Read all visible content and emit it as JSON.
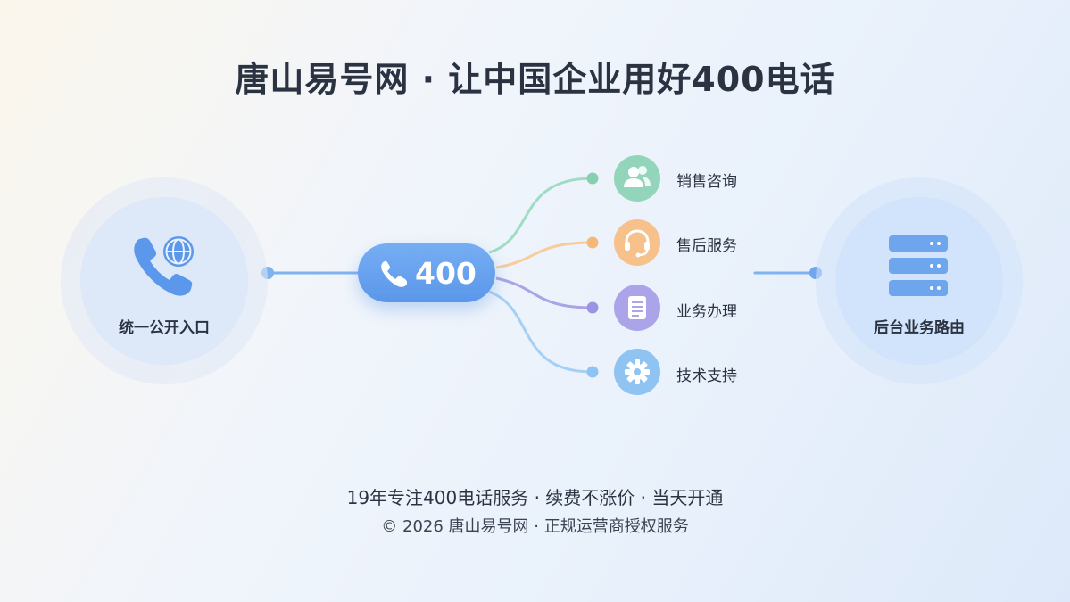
{
  "title": "唐山易号网 · 让中国企业用好400电话",
  "entry": {
    "label": "统一公开入口",
    "icon": "phone-globe-icon"
  },
  "hub": {
    "label": "400",
    "icon": "phone-icon"
  },
  "services": [
    {
      "label": "销售咨询",
      "icon": "users-icon",
      "color": "#93d5bb"
    },
    {
      "label": "售后服务",
      "icon": "headset-icon",
      "color": "#f6c18a"
    },
    {
      "label": "业务办理",
      "icon": "document-icon",
      "color": "#aba4e8"
    },
    {
      "label": "技术支持",
      "icon": "gear-icon",
      "color": "#8ec3f2"
    }
  ],
  "backend": {
    "label": "后台业务路由",
    "icon": "server-icon"
  },
  "footer": {
    "tagline": "19年专注400电话服务 · 续费不涨价 · 当天开通",
    "copyright": "© 2026 唐山易号网 · 正规运营商授权服务"
  },
  "colors": {
    "hub": "#5b97ea",
    "link": "#7fb3ef",
    "title": "#2b3342"
  }
}
